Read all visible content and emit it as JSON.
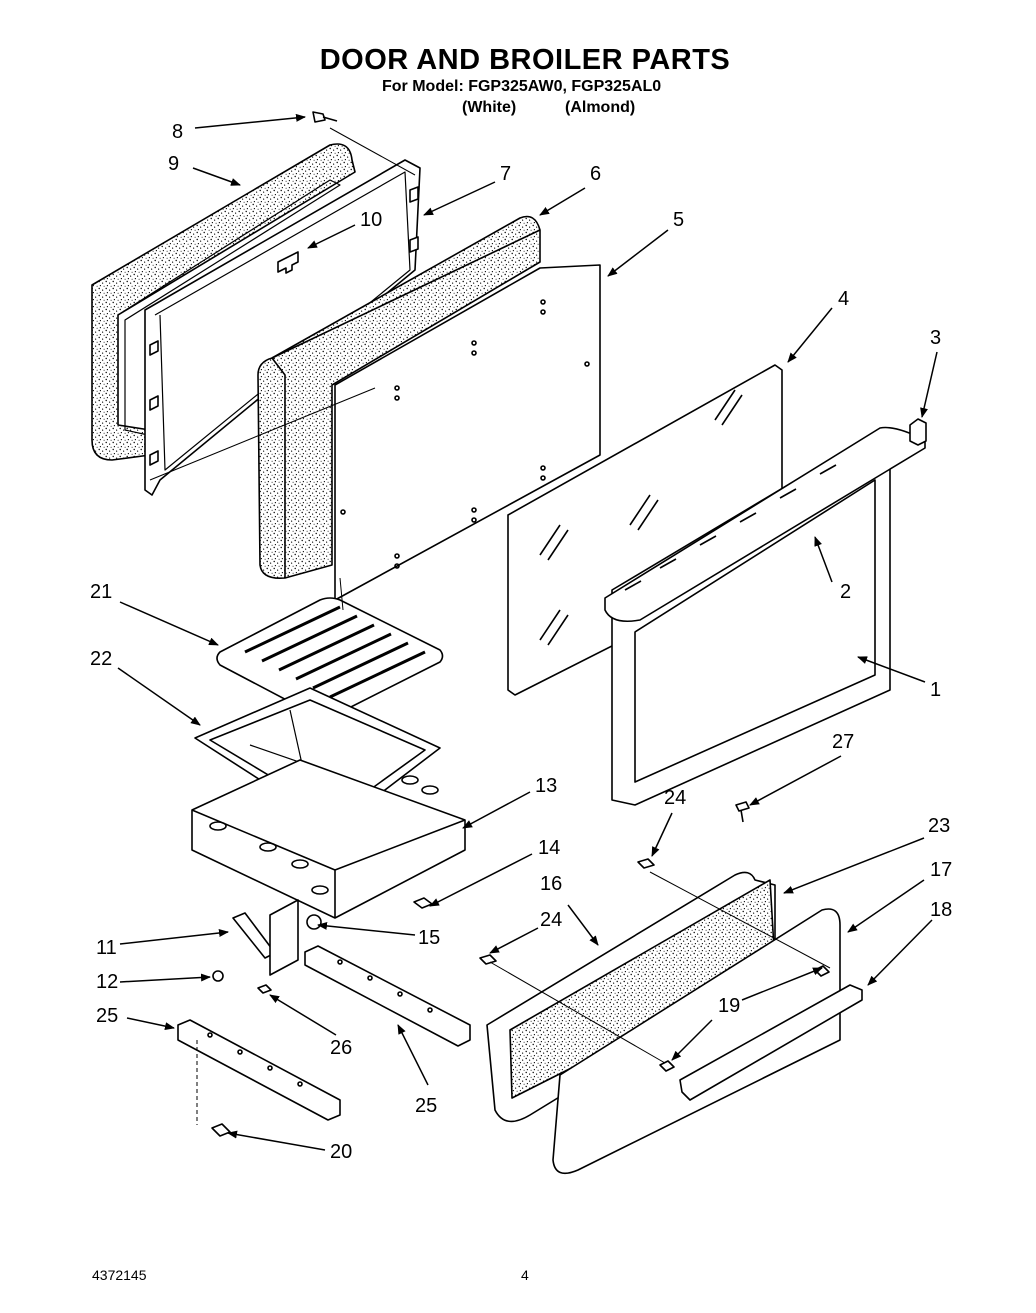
{
  "header": {
    "title": "DOOR AND BROILER PARTS",
    "model_line": "For Model: FGP325AW0, FGP325AL0",
    "finish_white": "(White)",
    "finish_almond": "(Almond)"
  },
  "callouts": {
    "c1": "1",
    "c2": "2",
    "c3": "3",
    "c4": "4",
    "c5": "5",
    "c6": "6",
    "c7": "7",
    "c8": "8",
    "c9": "9",
    "c10": "10",
    "c11": "11",
    "c12": "12",
    "c13": "13",
    "c14": "14",
    "c15": "15",
    "c16": "16",
    "c17": "17",
    "c18": "18",
    "c19": "19",
    "c20": "20",
    "c21": "21",
    "c22": "22",
    "c23": "23",
    "c24a": "24",
    "c24b": "24",
    "c25a": "25",
    "c25b": "25",
    "c26": "26",
    "c27": "27"
  },
  "footer": {
    "doc_number": "4372145",
    "page_number": "4"
  },
  "colors": {
    "ink": "#000000",
    "paper": "#ffffff"
  }
}
